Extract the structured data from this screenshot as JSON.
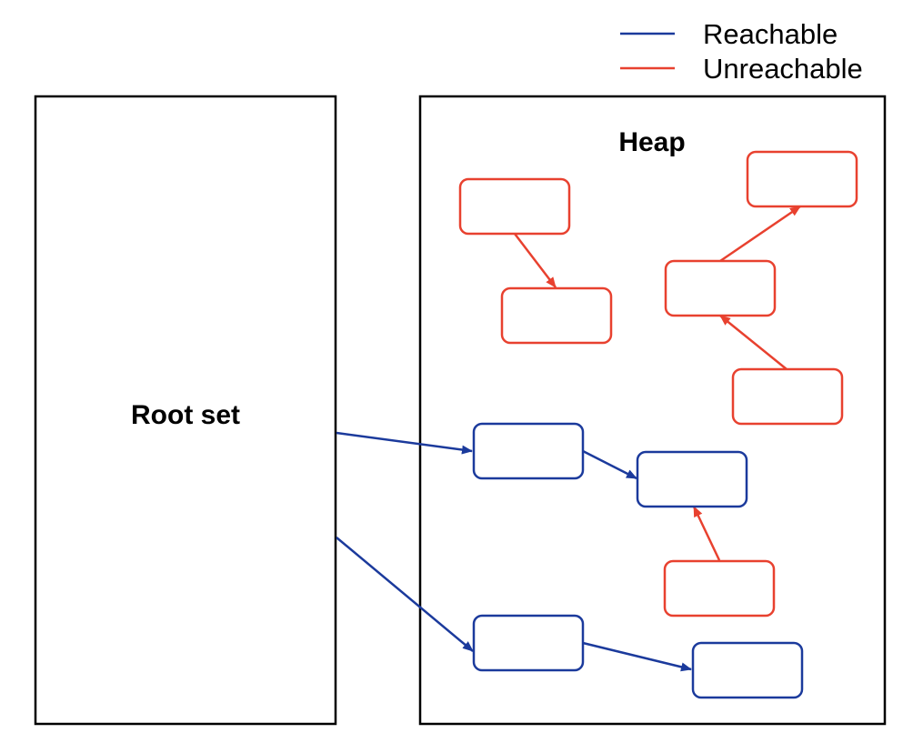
{
  "colors": {
    "reachable": "#1b3a9c",
    "unreachable": "#e8412f",
    "outline": "#000000"
  },
  "legend": [
    {
      "label": "Reachable",
      "status": "reachable"
    },
    {
      "label": "Unreachable",
      "status": "unreachable"
    }
  ],
  "regions": {
    "root_set": {
      "label": "Root set"
    },
    "heap": {
      "label": "Heap"
    }
  },
  "nodes": [
    {
      "id": "u1",
      "status": "unreachable"
    },
    {
      "id": "u2",
      "status": "unreachable"
    },
    {
      "id": "u3",
      "status": "unreachable"
    },
    {
      "id": "u4",
      "status": "unreachable"
    },
    {
      "id": "u5",
      "status": "unreachable"
    },
    {
      "id": "u6",
      "status": "unreachable"
    },
    {
      "id": "r1",
      "status": "reachable"
    },
    {
      "id": "r2",
      "status": "reachable"
    },
    {
      "id": "r3",
      "status": "reachable"
    },
    {
      "id": "r4",
      "status": "reachable"
    }
  ],
  "edges": [
    {
      "from": "u1",
      "to": "u2",
      "status": "unreachable"
    },
    {
      "from": "u3",
      "to": "u4",
      "status": "unreachable"
    },
    {
      "from": "u5",
      "to": "u3",
      "status": "unreachable"
    },
    {
      "from": "root_set",
      "to": "r1",
      "status": "reachable"
    },
    {
      "from": "r1",
      "to": "r2",
      "status": "reachable"
    },
    {
      "from": "u6",
      "to": "r2",
      "status": "unreachable"
    },
    {
      "from": "root_set",
      "to": "r3",
      "status": "reachable"
    },
    {
      "from": "r3",
      "to": "r4",
      "status": "reachable"
    }
  ]
}
